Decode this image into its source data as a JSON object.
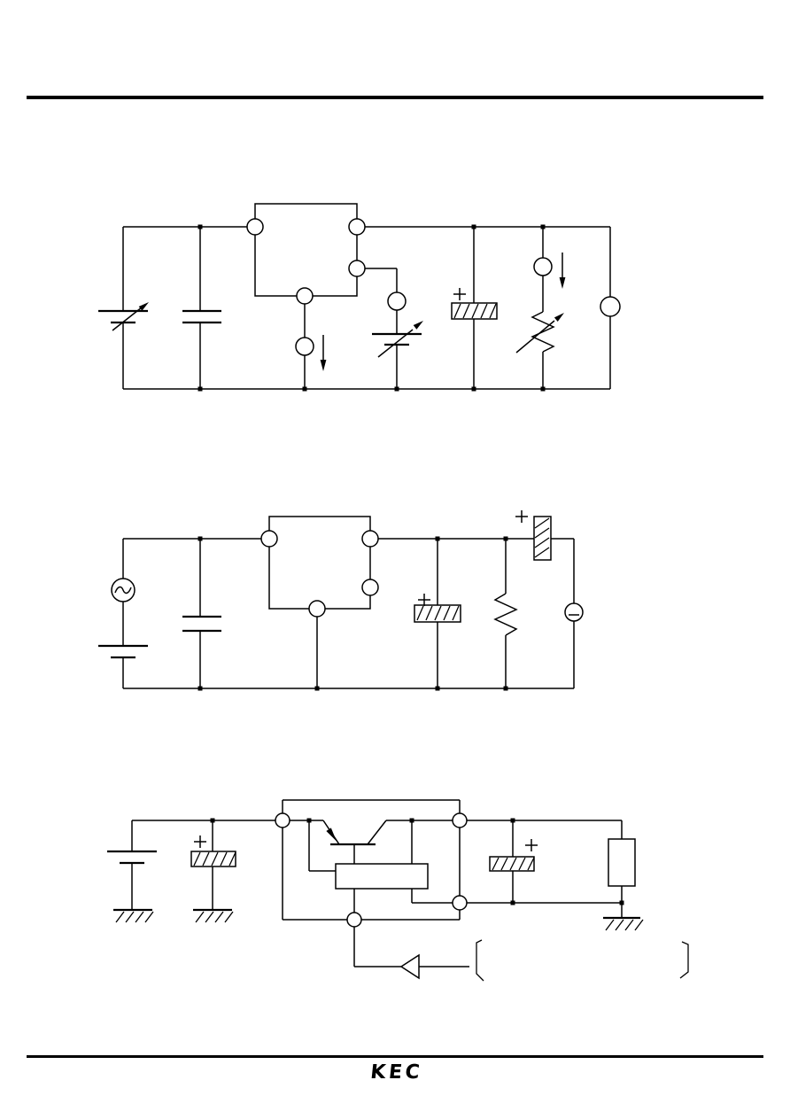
{
  "page": {
    "paper_color": "#ffffff",
    "ink_color": "#000000"
  },
  "footer": {
    "logo_text": "KEC"
  },
  "marks": {
    "capacitor_polarity": "+"
  },
  "figures": {
    "circuit_1": {
      "symbols": [
        "variable-dc-source",
        "capacitor",
        "dut-block-4-pins",
        "ammeter",
        "current-arrow-down",
        "ammeter",
        "variable-dc-source",
        "polar-capacitor",
        "ammeter",
        "current-arrow-down",
        "variable-resistor",
        "meter"
      ]
    },
    "circuit_2": {
      "symbols": [
        "ac-signal-source",
        "battery",
        "capacitor",
        "dut-block-4-pins",
        "polar-capacitor",
        "resistor",
        "series-polar-capacitor",
        "meter-minus"
      ]
    },
    "circuit_3": {
      "symbols": [
        "battery",
        "polar-capacitor",
        "ground",
        "ground",
        "dut-loop-4-pins",
        "pnp-transistor",
        "control-block",
        "polar-capacitor",
        "load-resistor",
        "ground",
        "buffer-triangle",
        "bracket-pair"
      ]
    }
  }
}
